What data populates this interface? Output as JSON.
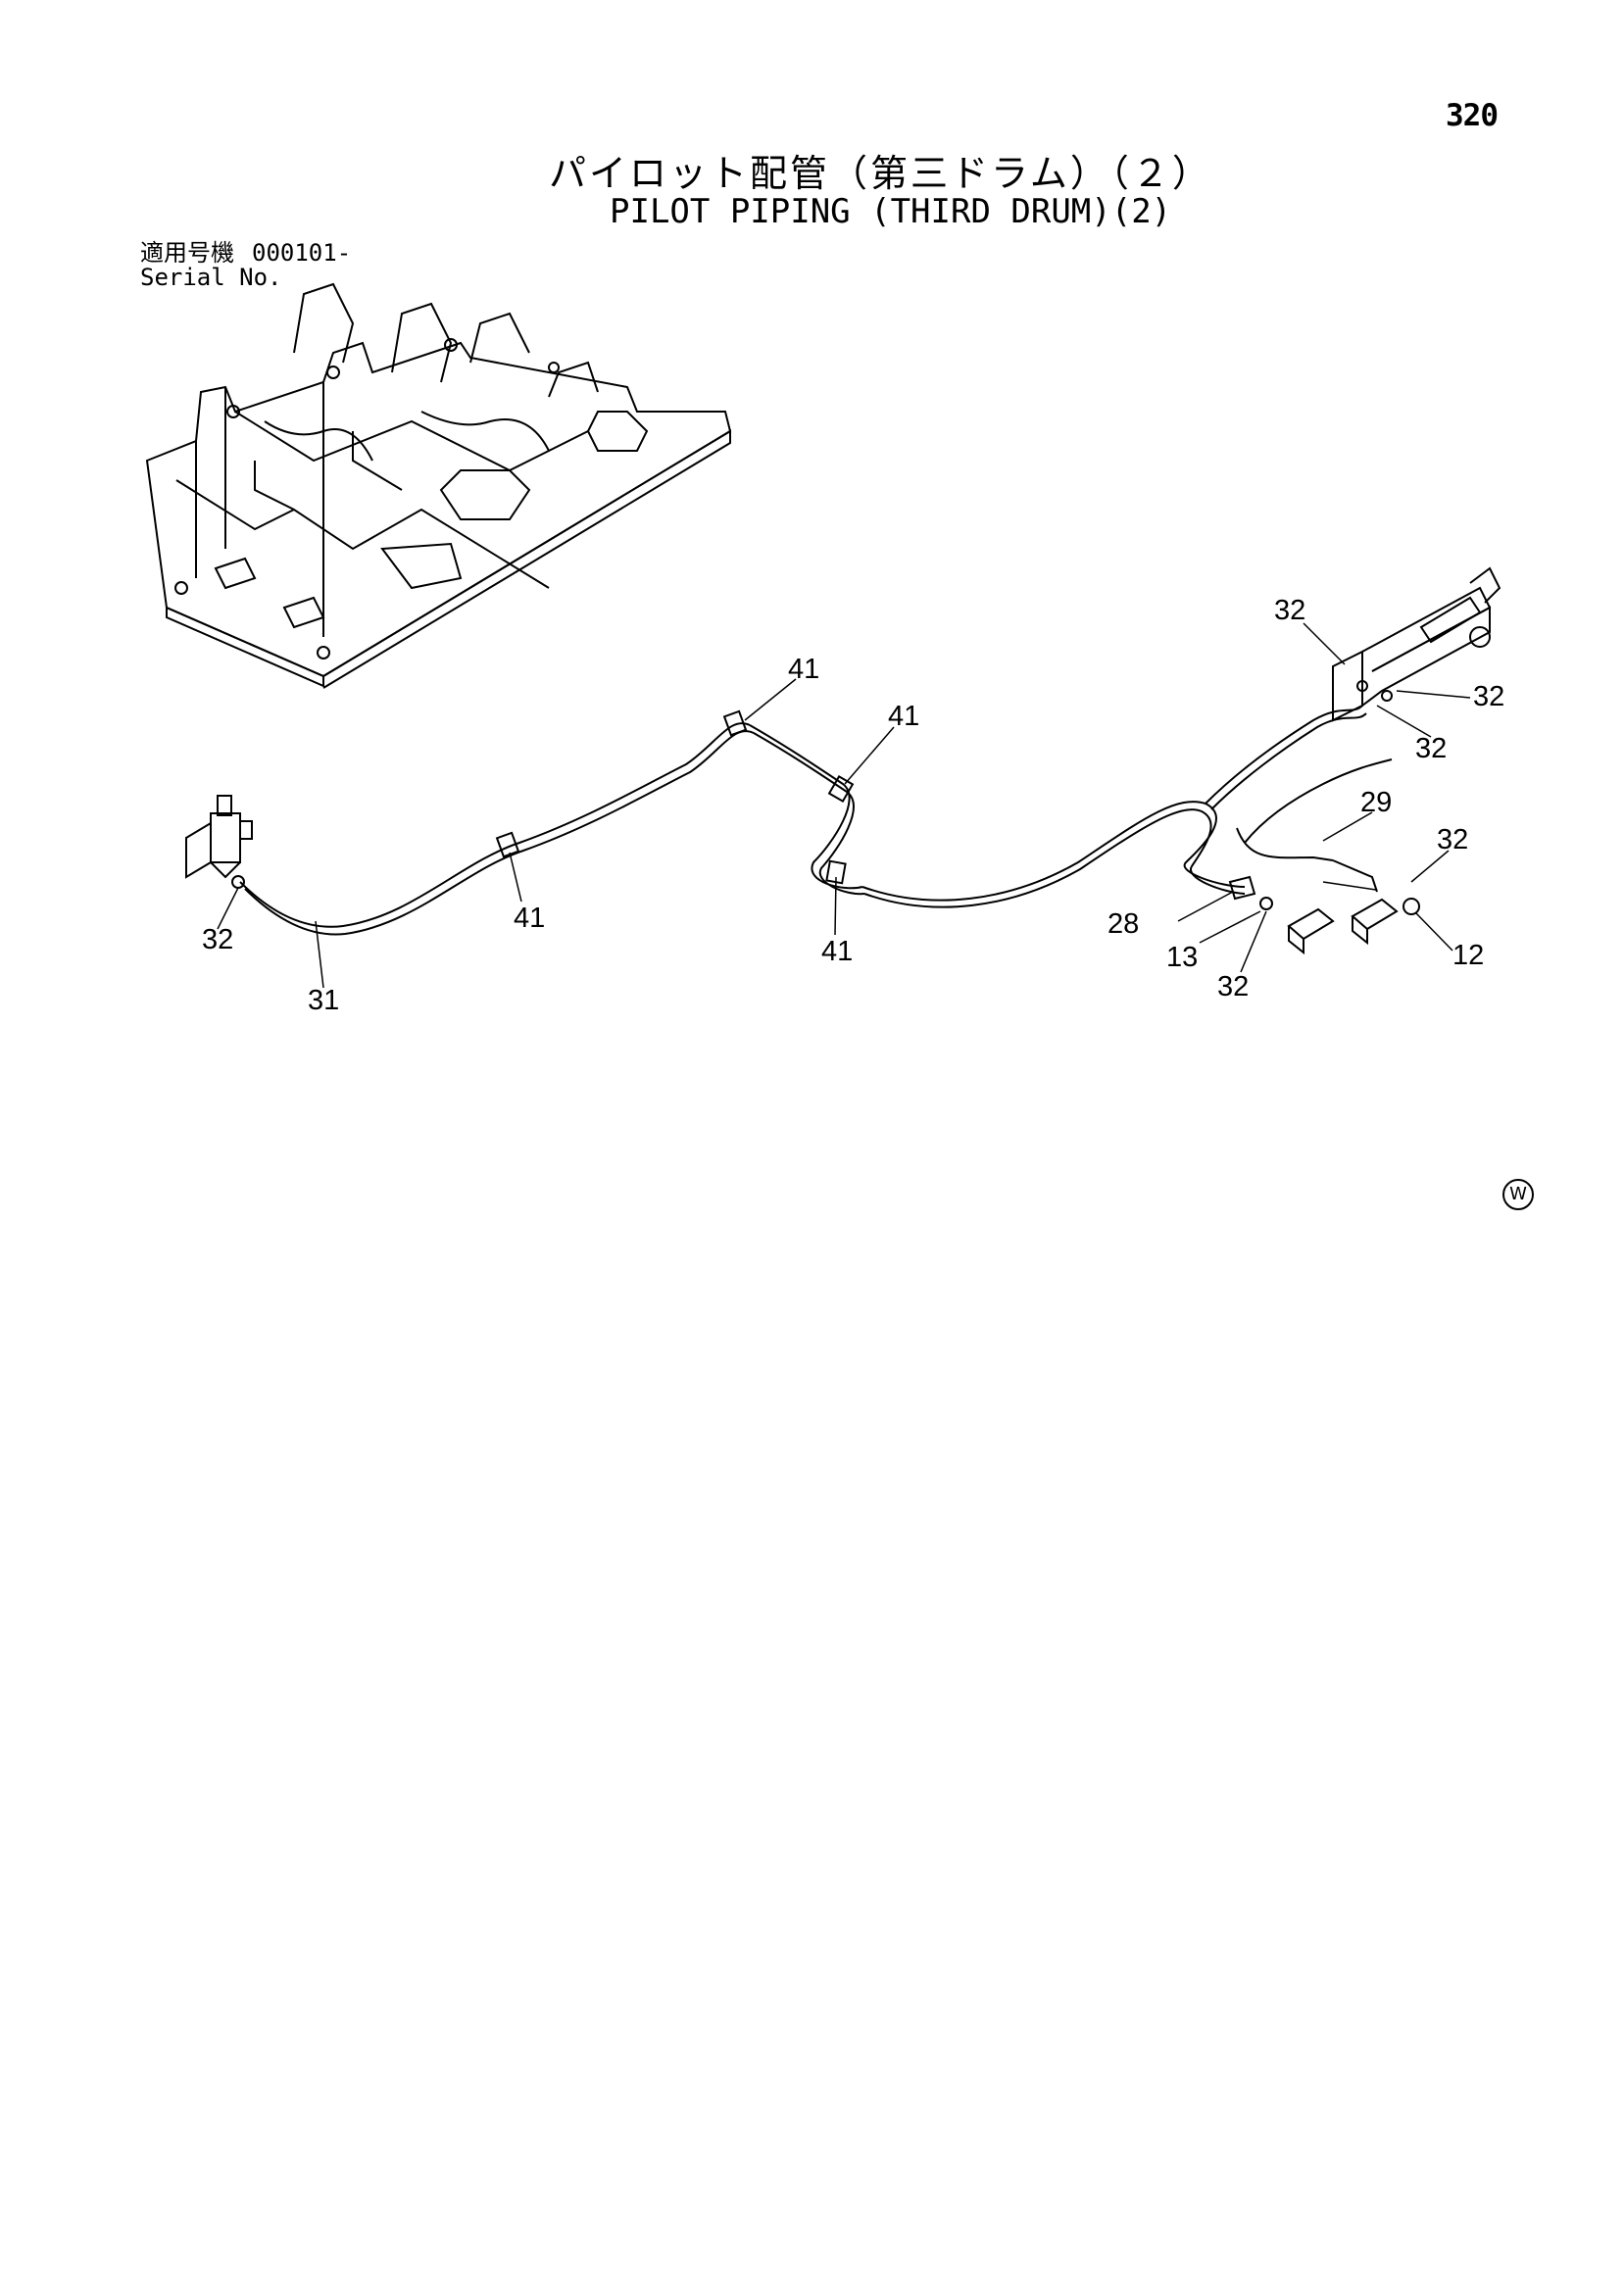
{
  "page_number": "320",
  "title_jp": "パイロット配管（第三ドラム）（２）",
  "title_en": "PILOT PIPING (THIRD DRUM)(2)",
  "serial": {
    "label_jp": "適用号機",
    "value": "000101-",
    "label_en": "Serial No."
  },
  "callouts": {
    "c32_top": "32",
    "c32_right_a": "32",
    "c32_right_b": "32",
    "c41_top": "41",
    "c41_mid": "41",
    "c29": "29",
    "c32_far_right": "32",
    "c32_left": "32",
    "c41_left": "41",
    "c41_bottom": "41",
    "c28": "28",
    "c13": "13",
    "c12": "12",
    "c32_bottom": "32",
    "c31": "31"
  },
  "corner_mark": "W"
}
